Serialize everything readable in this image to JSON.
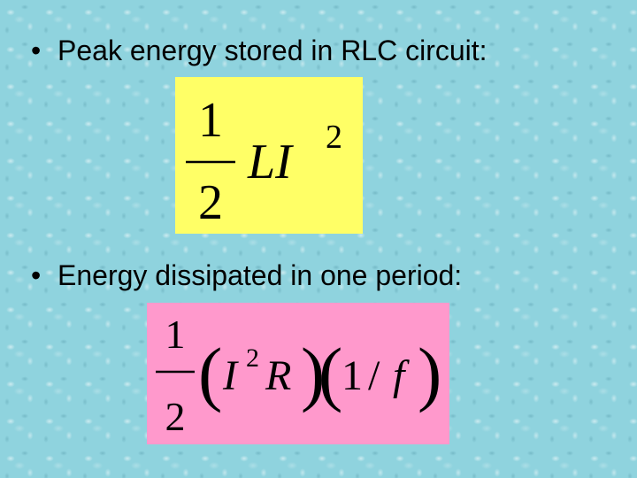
{
  "slide": {
    "background_color": "#8fd3de",
    "bullets": [
      {
        "marker": "•",
        "text": "Peak energy stored in RLC circuit:"
      },
      {
        "marker": "•",
        "text": "Energy dissipated in one period:"
      }
    ],
    "formulas": [
      {
        "box_color": "#ffff66",
        "numerator": "1",
        "denominator": "2",
        "body": "LI",
        "exponent": "2"
      },
      {
        "box_color": "#ff99cc",
        "numerator": "1",
        "denominator": "2",
        "open_paren_1": "(",
        "current": "I",
        "exponent": "2",
        "resistance": "R",
        "close_paren_1": ")",
        "open_paren_2": "(",
        "one": "1",
        "slash": "/",
        "frequency": "f",
        "close_paren_2": ")"
      }
    ]
  }
}
